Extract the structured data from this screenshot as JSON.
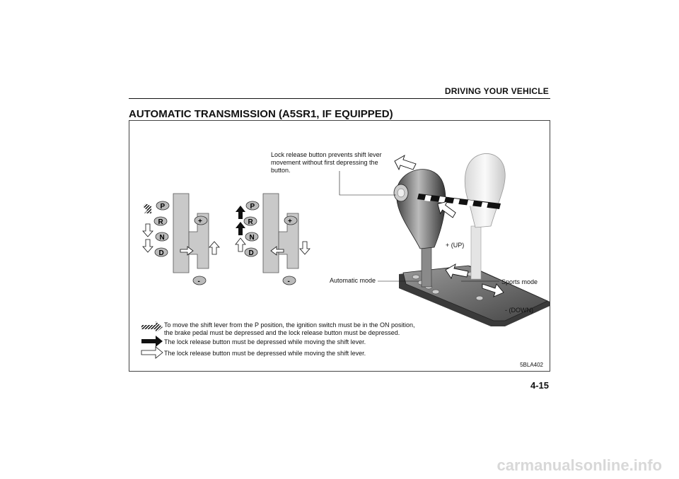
{
  "header": {
    "section": "DRIVING YOUR VEHICLE"
  },
  "title": "AUTOMATIC TRANSMISSION (A5SR1, IF EQUIPPED)",
  "figure": {
    "gate_letters": [
      "P",
      "R",
      "N",
      "D"
    ],
    "plus_symbol": "+",
    "minus_symbol": "-",
    "callouts": {
      "lock_release_line1": "Lock release button prevents shift lever",
      "lock_release_line2": "movement without first depressing the",
      "lock_release_line3": "button.",
      "up": "+ (UP)",
      "automatic_mode": "Automatic mode",
      "sports_mode": "Sports mode",
      "down": "- (DOWN)"
    },
    "legend": {
      "hatched_line1": "To move the shift lever from the P position, the ignition switch must be in the ON position,",
      "hatched_line2": "the brake pedal must be depressed and the lock release button must be depressed.",
      "solid": "The lock release button must be depressed while moving the shift lever.",
      "outline": "The lock release button must be depressed while moving the shift lever."
    },
    "code": "5BLA402"
  },
  "page_number": "4-15",
  "footer": "carmanualsonline.info"
}
